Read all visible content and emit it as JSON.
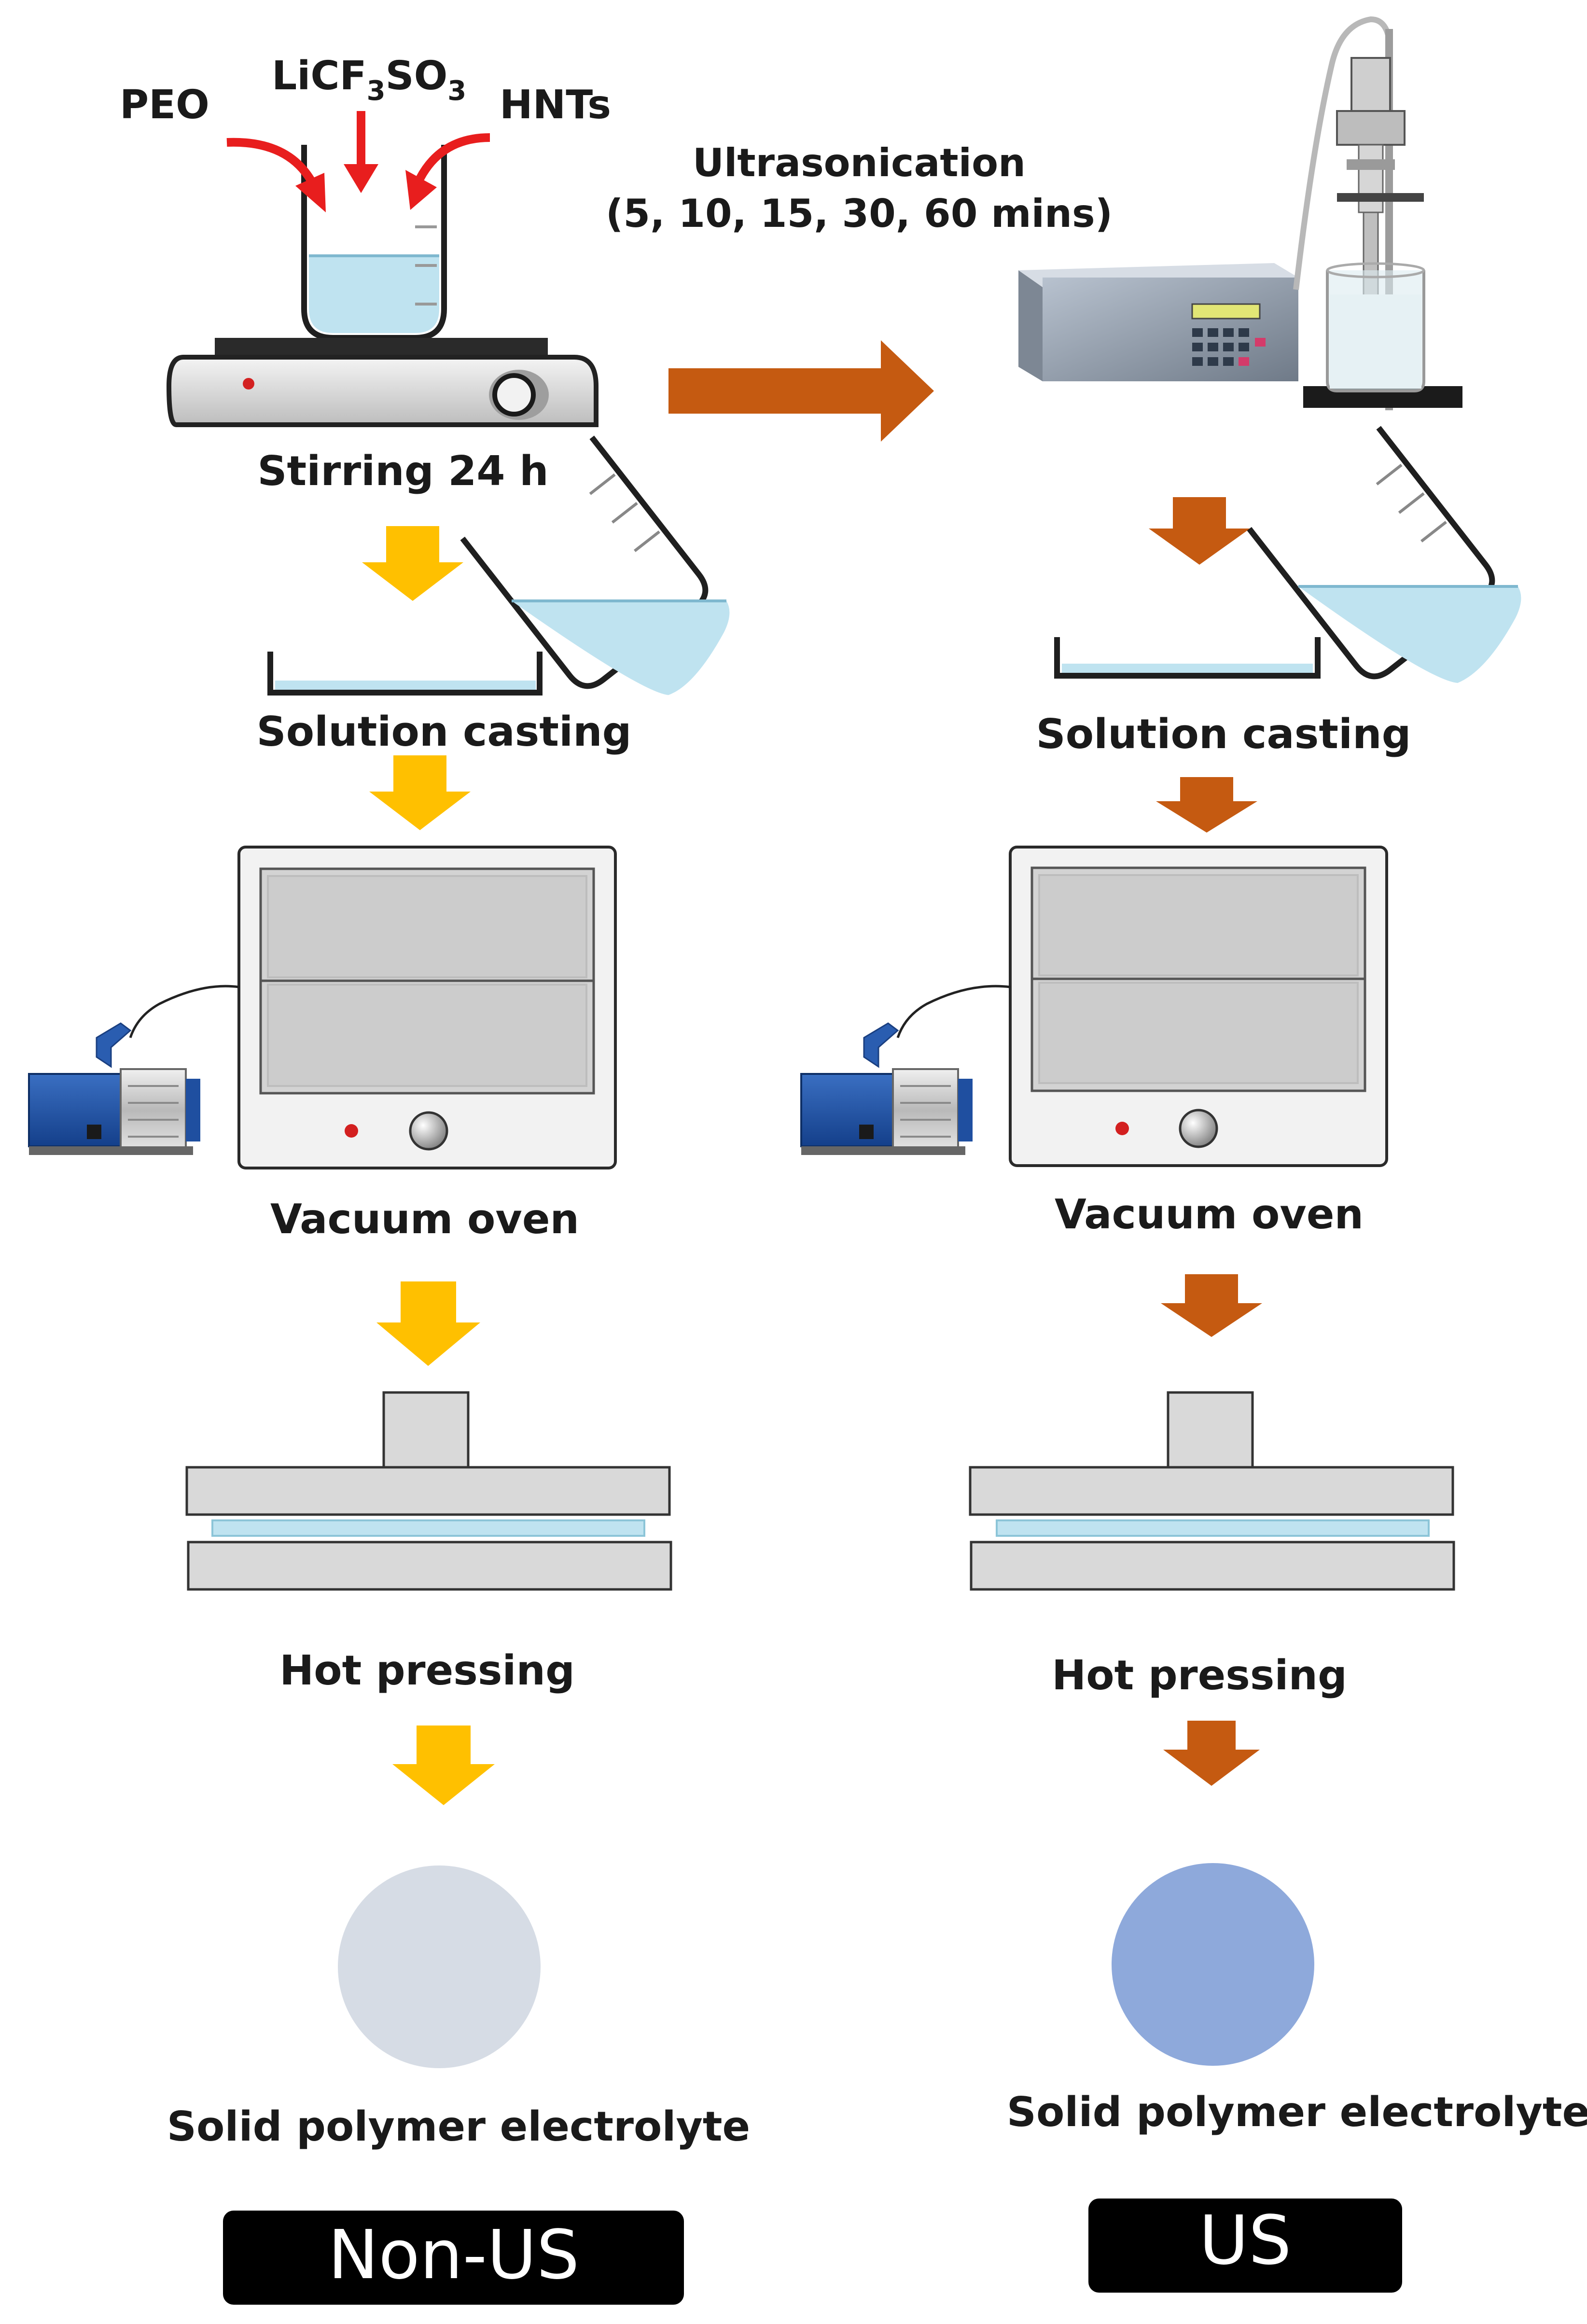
{
  "inputs": {
    "peo": "PEO",
    "salt": {
      "base": "LiCF",
      "sub1": "3",
      "mid": "SO",
      "sub2": "3"
    },
    "hnts": "HNTs"
  },
  "ultrasonication": {
    "title": "Ultrasonication",
    "times": "(5, 10, 15, 30, 60 mins)"
  },
  "left": {
    "stirring": "Stirring 24 h",
    "casting": "Solution casting",
    "oven": "Vacuum oven",
    "pressing": "Hot pressing",
    "product": "Solid polymer electrolyte",
    "tag": "Non-US"
  },
  "right": {
    "casting": "Solution casting",
    "oven": "Vacuum oven",
    "pressing": "Hot pressing",
    "product": "Solid polymer electrolyte",
    "tag": "US"
  },
  "colors": {
    "left_arrow": "#FFC000",
    "right_arrow": "#C55A11",
    "input_arrow": "#E81E1E",
    "solution": "#BFE3F0",
    "left_disc": "#D6DCE5",
    "right_disc": "#8EA9DB",
    "tag_bg": "#000000"
  }
}
